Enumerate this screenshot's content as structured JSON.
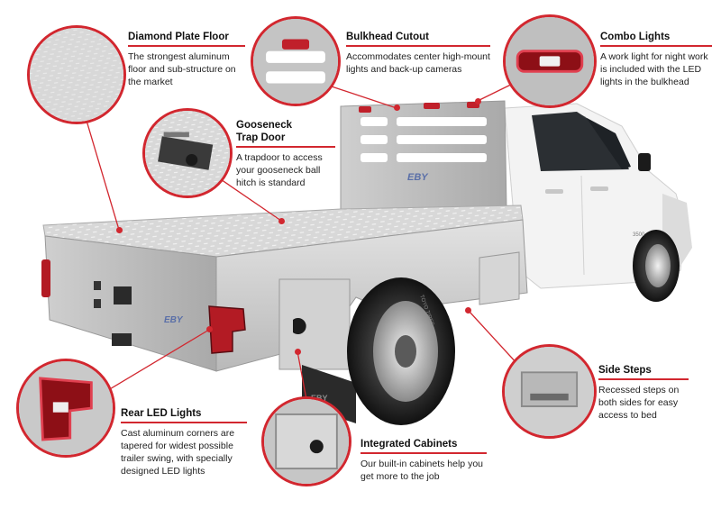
{
  "callouts": {
    "diamond_plate": {
      "title": "Diamond Plate Floor",
      "body": "The strongest aluminum floor and sub-structure on the market"
    },
    "bulkhead": {
      "title": "Bulkhead Cutout",
      "body": "Accommodates center high-mount lights and back-up cameras"
    },
    "combo_lights": {
      "title": "Combo Lights",
      "body": "A work light for night work is included with the LED lights in the bulkhead"
    },
    "gooseneck": {
      "title": "Gooseneck Trap Door",
      "body": "A trapdoor to access your gooseneck ball hitch is standard"
    },
    "rear_led": {
      "title": "Rear LED Lights",
      "body": "Cast aluminum corners are tapered for widest possible trailer swing, with specially designed LED lights"
    },
    "cabinets": {
      "title": "Integrated Cabinets",
      "body": "Our built-in cabinets help you get more to the job"
    },
    "side_steps": {
      "title": "Side Steps",
      "body": "Recessed steps on both sides for easy access to bed"
    }
  },
  "bed_logo": "EBY",
  "fender_logo": "EBY",
  "tire_text": "TOYO TIRES",
  "badge_text": "3500",
  "colors": {
    "accent": "#d2272f",
    "aluminum": "#c9c9c9",
    "truck": "#f4f4f4"
  }
}
